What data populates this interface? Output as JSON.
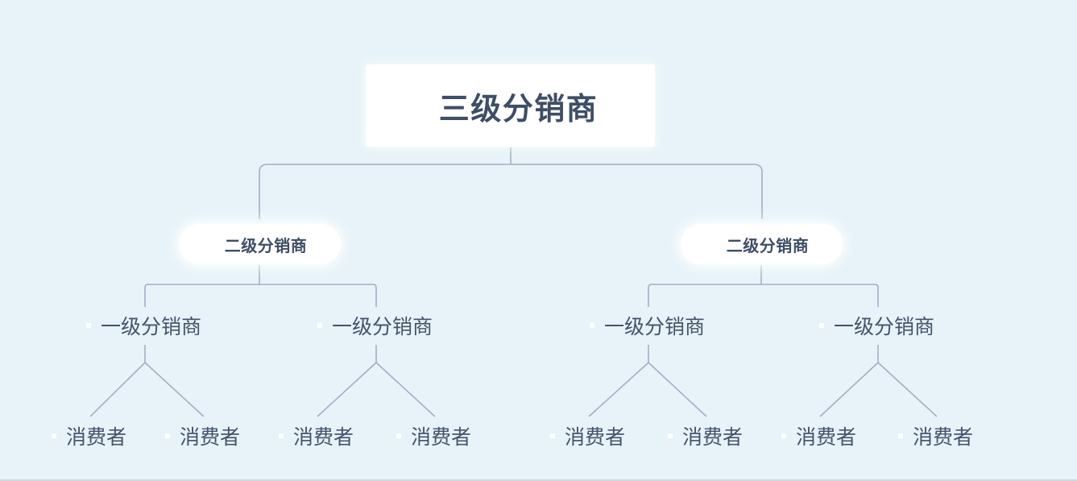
{
  "canvas": {
    "background": "#e7f3f8",
    "connector_color": "#a0b0c3",
    "text_color": "#3e4e66",
    "bottom_border_color": "#d2d8dc"
  },
  "nodes": {
    "root": {
      "label": "三级分销商",
      "icon": "user-icon",
      "icon_color": "#e2473d"
    },
    "level2": [
      {
        "label": "二级分销商",
        "icon": "user-icon",
        "icon_color": "#f7a919"
      },
      {
        "label": "二级分销商",
        "icon": "user-icon",
        "icon_color": "#f7a919"
      }
    ],
    "level1": [
      {
        "label": "一级分销商",
        "icon": "user-icon",
        "icon_color": "#5b68f0"
      },
      {
        "label": "一级分销商",
        "icon": "user-icon",
        "icon_color": "#5b68f0"
      },
      {
        "label": "一级分销商",
        "icon": "user-icon",
        "icon_color": "#5b68f0"
      },
      {
        "label": "一级分销商",
        "icon": "user-icon",
        "icon_color": "#5b68f0"
      }
    ],
    "consumers": [
      {
        "label": "消费者",
        "icon": "user-icon",
        "icon_color": "#bc2ba5"
      },
      {
        "label": "消费者",
        "icon": "user-icon",
        "icon_color": "#bc2ba5"
      },
      {
        "label": "消费者",
        "icon": "user-icon",
        "icon_color": "#bc2ba5"
      },
      {
        "label": "消费者",
        "icon": "user-icon",
        "icon_color": "#bc2ba5"
      },
      {
        "label": "消费者",
        "icon": "user-icon",
        "icon_color": "#bc2ba5"
      },
      {
        "label": "消费者",
        "icon": "user-icon",
        "icon_color": "#bc2ba5"
      },
      {
        "label": "消费者",
        "icon": "user-icon",
        "icon_color": "#bc2ba5"
      },
      {
        "label": "消费者",
        "icon": "user-icon",
        "icon_color": "#bc2ba5"
      }
    ]
  }
}
